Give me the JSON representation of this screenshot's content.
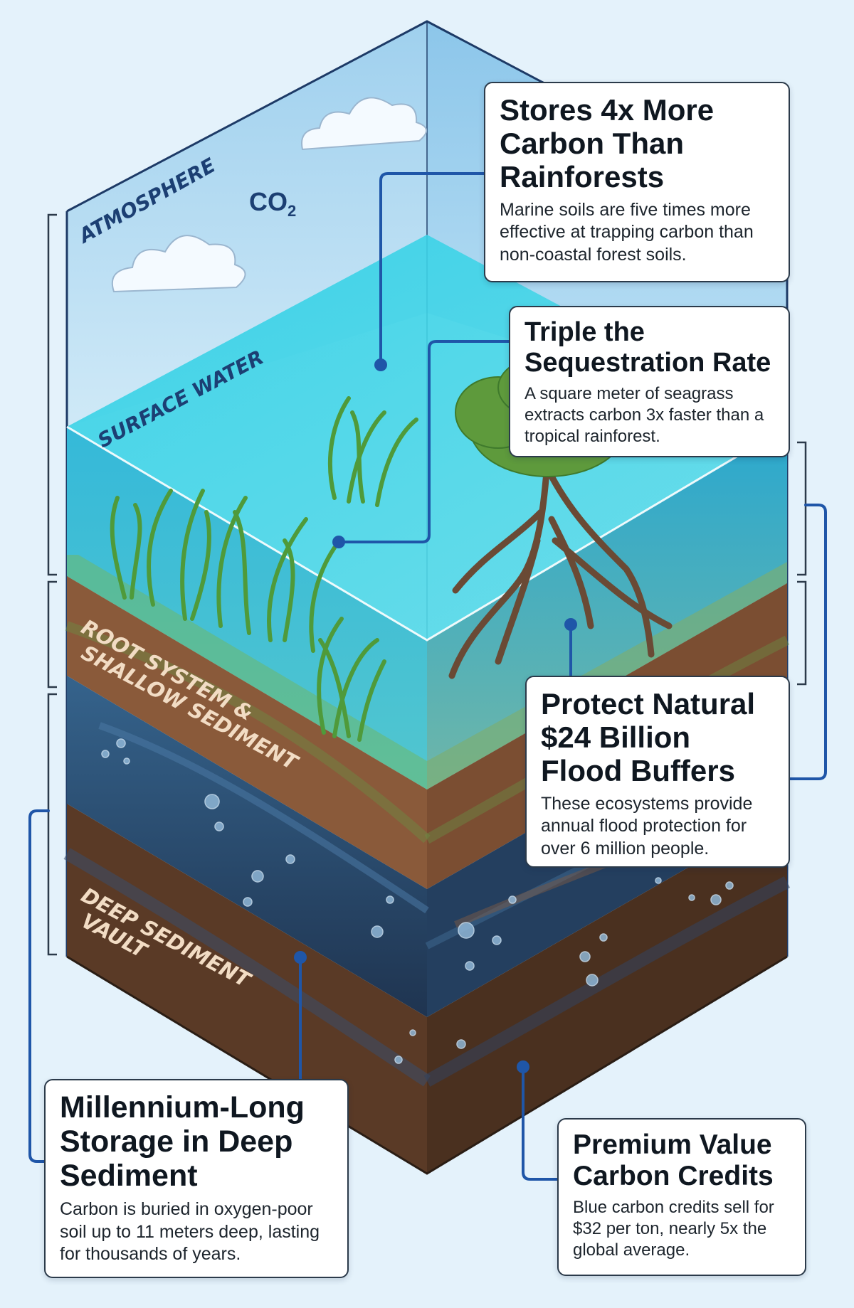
{
  "diagram": {
    "layers": {
      "atmosphere": "ATMOSPHERE",
      "co2": "CO",
      "co2_sub": "2",
      "surface_water": "SURFACE WATER",
      "root_line1": "ROOT SYSTEM &",
      "root_line2": "SHALLOW SEDIMENT",
      "deep_line1": "DEEP SEDIMENT",
      "deep_line2": "VAULT"
    },
    "colors": {
      "atmosphere": "#bfe0f3",
      "water": "#3fc7d9",
      "shallow_sediment": "#8a5a3a",
      "deep_water_layer": "#2c4a6e",
      "deep_sediment": "#5a3a26",
      "connector": "#1f56a8",
      "seagrass": "#4f9a3a",
      "mangrove_canopy": "#5e9a3c",
      "roots": "#6a4a35"
    }
  },
  "callouts": {
    "carbon": {
      "title": "Stores 4x More Carbon Than Rainforests",
      "body": "Marine soils are five times more effective at trapping carbon than non-coastal forest soils."
    },
    "rate": {
      "title": "Triple the Sequestration Rate",
      "body": "A square meter of seagrass extracts carbon 3x faster than a tropical rainforest."
    },
    "flood": {
      "title": "Protect Natural $24 Billion Flood Buffers",
      "body": "These ecosystems provide annual flood protection for over 6 million people."
    },
    "storage": {
      "title": "Millennium-Long Storage in Deep Sediment",
      "body": "Carbon is buried in oxygen-poor soil up to 11 meters deep, lasting for thousands of years."
    },
    "credits": {
      "title": "Premium Value Carbon Credits",
      "body": "Blue carbon credits sell for $32 per ton, nearly 5x the global average."
    }
  }
}
